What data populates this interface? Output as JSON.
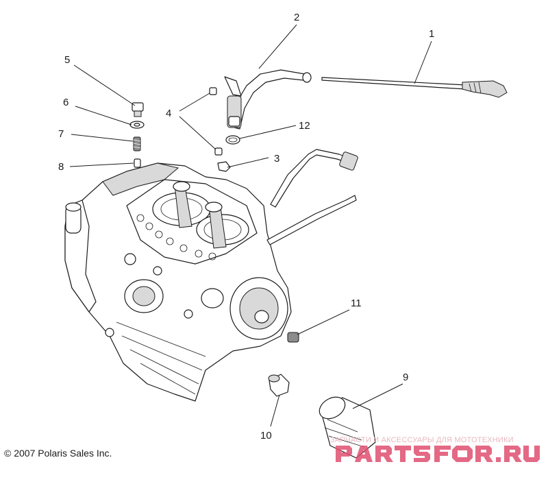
{
  "callouts": {
    "c1": "1",
    "c2": "2",
    "c3": "3",
    "c4": "4",
    "c5": "5",
    "c6": "6",
    "c7": "7",
    "c8": "8",
    "c9": "9",
    "c10": "10",
    "c11": "11",
    "c12": "12"
  },
  "copyright": "© 2007 Polaris Sales Inc.",
  "watermark": {
    "tagline": "ЗАПЧАСТИ И АКСЕССУАРЫ ДЛЯ МОТОТЕХНИКИ",
    "logo_text": "PARTSFOR.RU",
    "color": "#e05070"
  }
}
